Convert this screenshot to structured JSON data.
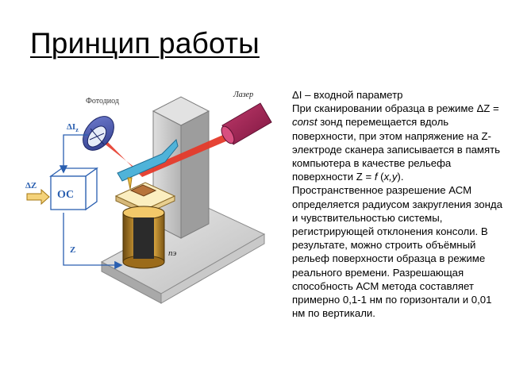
{
  "title": "Принцип работы",
  "diagram": {
    "label_photodiode": "Фотодиод",
    "label_laser": "Лазер",
    "label_delta_i": "ΔI",
    "label_delta_i_sub": "z",
    "label_delta_z": "ΔZ",
    "label_oc": "ОС",
    "label_z": "Z",
    "label_pz": "пэ"
  },
  "description": {
    "line1": "ΔI – входной параметр",
    "line2_pre": "При сканировании образца в режиме ",
    "line2_dz": "ΔZ = ",
    "line2_const": "const",
    "line2_post": " зонд перемещается вдоль поверхности, при этом напряжение на Z-электроде сканера записывается в память компьютера в качестве рельефа поверхности Z = ",
    "line2_f": "f",
    "line2_open": " (",
    "line2_xy": "x,y",
    "line2_close": ").",
    "line3": "Пространственное разрешение АСМ определяется радиусом закругления зонда и чувствительностью системы, регистрирующей отклонения консоли. В результате, можно строить объёмный рельеф поверхности образца в режиме реального времени. Разрешающая способность АСМ метода составляет примерно 0,1-1 нм по горизонтали и 0,01 нм по вертикали."
  }
}
